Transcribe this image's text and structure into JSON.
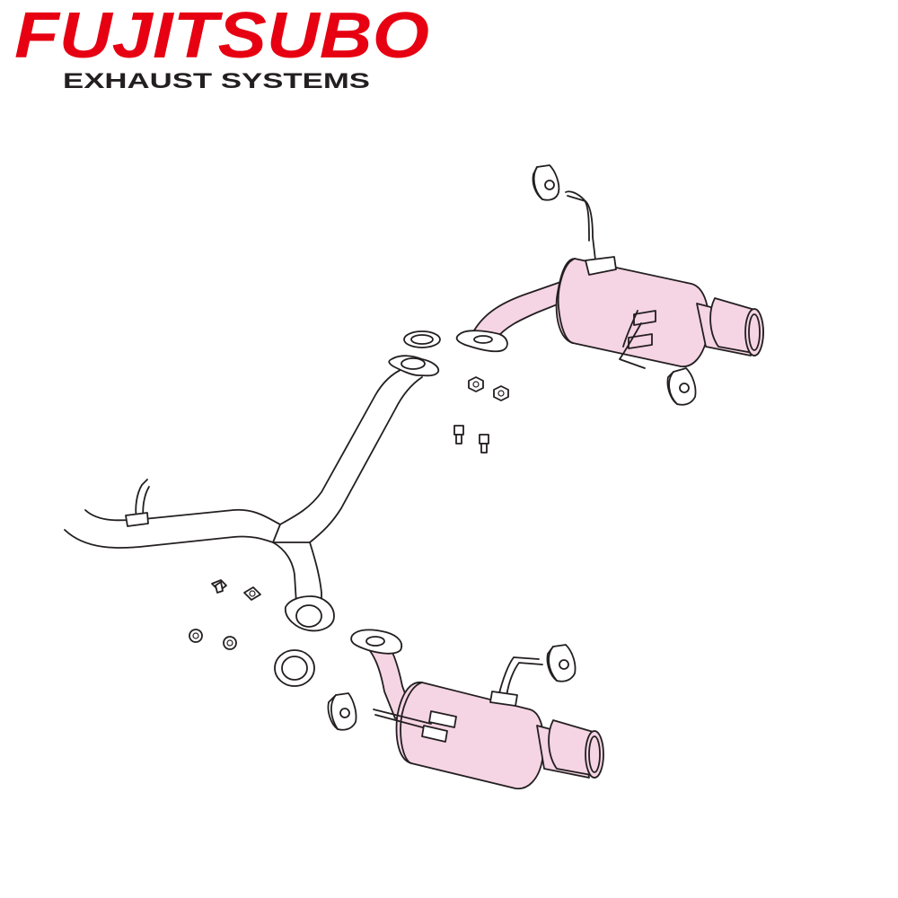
{
  "brand": {
    "name": "FUJITSUBO",
    "tagline": "EXHAUST SYSTEMS",
    "color_red": "#e60012",
    "color_black": "#231f20"
  },
  "diagram": {
    "part_color": "#f5d4e4",
    "outline_color": "#231f20",
    "parts": [
      "center-pipe",
      "muffler-right",
      "muffler-left",
      "gasket-right",
      "gasket-left",
      "rubber-hanger-right-top",
      "rubber-hanger-right-bottom",
      "rubber-hanger-left-top",
      "rubber-hanger-left-bottom",
      "bolts-right",
      "nuts-right",
      "bolts-left",
      "nuts-left"
    ]
  }
}
